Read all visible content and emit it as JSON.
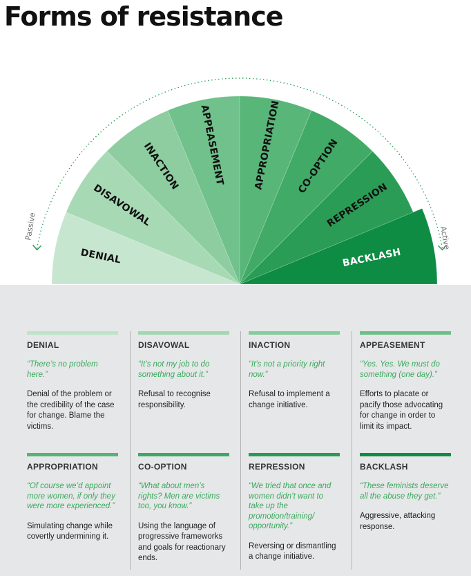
{
  "title": "Forms of resistance",
  "fan": {
    "passive_label": "Passive",
    "active_label": "Active",
    "segments": [
      {
        "label": "DENIAL",
        "color": "#c6e6cf",
        "text_color": "#111111"
      },
      {
        "label": "DISAVOWAL",
        "color": "#a7d9b5",
        "text_color": "#111111"
      },
      {
        "label": "INACTION",
        "color": "#8dcda0",
        "text_color": "#111111"
      },
      {
        "label": "APPEASEMENT",
        "color": "#70c18b",
        "text_color": "#111111"
      },
      {
        "label": "APPROPRIATION",
        "color": "#58b679",
        "text_color": "#111111"
      },
      {
        "label": "CO-OPTION",
        "color": "#40aa66",
        "text_color": "#111111"
      },
      {
        "label": "REPRESSION",
        "color": "#2a9c55",
        "text_color": "#111111"
      },
      {
        "label": "BACKLASH",
        "color": "#0e8c43",
        "text_color": "#ffffff"
      }
    ],
    "arrow_color": "#2a9c55"
  },
  "cards": [
    {
      "title": "DENIAL",
      "quote": "“There’s no problem here.”",
      "desc": "Denial of the problem or the credibility of the case for change. Blame the victims.",
      "bar_color": "#bfe3c8"
    },
    {
      "title": "DISAVOWAL",
      "quote": "“It’s not my job to do something about it.”",
      "desc": "Refusal to recognise responsibility.",
      "bar_color": "#a3d6b1"
    },
    {
      "title": "INACTION",
      "quote": "“It’s not a priority right now.”",
      "desc": "Refusal to implement a change initiative.",
      "bar_color": "#88cb9b"
    },
    {
      "title": "APPEASEMENT",
      "quote": "“Yes. Yes. We must do something (one day).”",
      "desc": "Efforts to placate or pacify those advocating for change in order to limit its impact.",
      "bar_color": "#6dbf88"
    },
    {
      "title": "APPROPRIATION",
      "quote": "“Of course we’d appoint more women, if only they were more experienced.”",
      "desc": "Simulating change while covertly undermining it.",
      "bar_color": "#55b476"
    },
    {
      "title": "CO-OPTION",
      "quote": "“What about men’s rights? Men are victims too, you know.”",
      "desc": "Using the language of progressive frameworks and goals for reactionary ends.",
      "bar_color": "#3ea864"
    },
    {
      "title": "REPRESSION",
      "quote": "“We tried that once and women didn’t want to take up the promotion/training/ opportunity.”",
      "desc": "Reversing or dismantling a change initiative.",
      "bar_color": "#289b54"
    },
    {
      "title": "BACKLASH",
      "quote": "“These feminists deserve all the abuse they get.”",
      "desc": "Aggressive, attacking response.",
      "bar_color": "#0e8c43"
    }
  ]
}
